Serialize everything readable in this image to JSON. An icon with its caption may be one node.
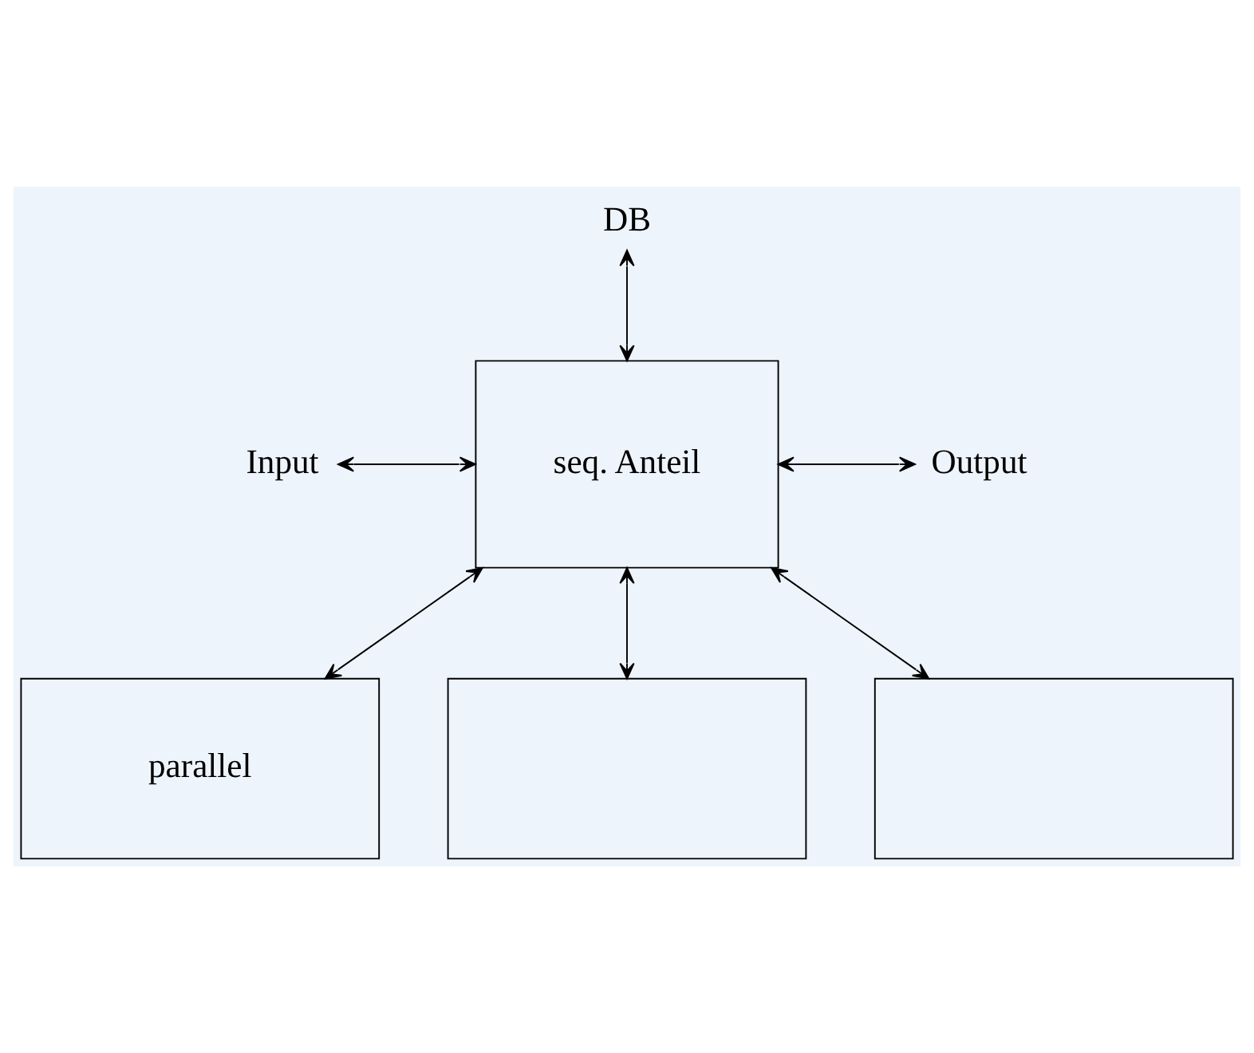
{
  "diagram": {
    "nodes": [
      {
        "text": [
          "DB"
        ]
      },
      {
        "text": [
          "Input"
        ]
      },
      {
        "text": [
          "seq. Anteil"
        ]
      },
      {
        "text": [
          "Output"
        ]
      },
      {
        "text": [
          "parallel"
        ]
      },
      {
        "text": [],
        "shape": "box"
      },
      {
        "text": [],
        "shape": "box"
      }
    ],
    "edges": [
      {
        "from": 0,
        "to": 2,
        "arrow": "both"
      },
      {
        "from": 1,
        "to": 2,
        "arrow": "both"
      },
      {
        "from": 2,
        "to": 3,
        "arrow": "both"
      },
      {
        "from": 2,
        "to": 4,
        "arrow": "both"
      },
      {
        "from": 2,
        "to": 5,
        "arrow": "both"
      },
      {
        "from": 2,
        "to": 6,
        "arrow": "both"
      }
    ]
  }
}
